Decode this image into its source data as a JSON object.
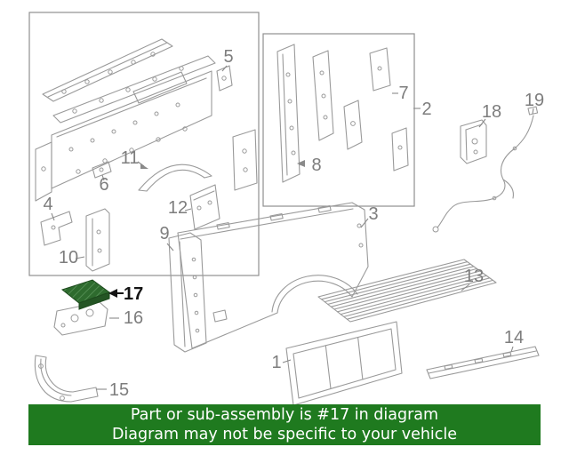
{
  "banner": {
    "line1": "Part or sub-assembly is #17 in diagram",
    "line2": "Diagram may not be specific to your vehicle"
  },
  "highlighted_part": "17",
  "colors": {
    "banner_bg": "#1f7a1f",
    "banner_text": "#ffffff",
    "diagram_line": "#9a9a9a",
    "callout_label": "#7d7d7d",
    "highlight_fill": "#2e6b2e",
    "highlight_hatch": "#5a945a",
    "highlight_label": "#141414"
  },
  "callouts": {
    "p1": "1",
    "p2": "2",
    "p3": "3",
    "p4": "4",
    "p5": "5",
    "p6": "6",
    "p7": "7",
    "p8": "8",
    "p9": "9",
    "p10": "10",
    "p11": "11",
    "p12": "12",
    "p13": "13",
    "p14": "14",
    "p15": "15",
    "p16": "16",
    "p17": "17",
    "p18": "18",
    "p19": "19"
  }
}
